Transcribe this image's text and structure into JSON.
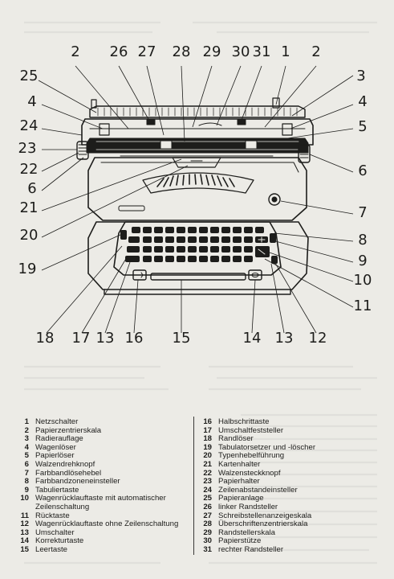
{
  "diagram": {
    "callouts": [
      {
        "n": "2"
      },
      {
        "n": "26"
      },
      {
        "n": "27"
      },
      {
        "n": "28"
      },
      {
        "n": "29"
      },
      {
        "n": "30"
      },
      {
        "n": "31"
      },
      {
        "n": "1"
      },
      {
        "n": "2"
      },
      {
        "n": "25"
      },
      {
        "n": "3"
      },
      {
        "n": "4"
      },
      {
        "n": "4"
      },
      {
        "n": "24"
      },
      {
        "n": "5"
      },
      {
        "n": "23"
      },
      {
        "n": "22"
      },
      {
        "n": "6"
      },
      {
        "n": "6"
      },
      {
        "n": "21"
      },
      {
        "n": "7"
      },
      {
        "n": "20"
      },
      {
        "n": "8"
      },
      {
        "n": "19"
      },
      {
        "n": "9"
      },
      {
        "n": "10"
      },
      {
        "n": "11"
      },
      {
        "n": "18"
      },
      {
        "n": "17"
      },
      {
        "n": "13"
      },
      {
        "n": "16"
      },
      {
        "n": "15"
      },
      {
        "n": "14"
      },
      {
        "n": "13"
      },
      {
        "n": "12"
      }
    ]
  },
  "legend": {
    "left": [
      {
        "num": "1",
        "text": "Netzschalter"
      },
      {
        "num": "2",
        "text": "Papierzentrierskala"
      },
      {
        "num": "3",
        "text": "Radierauflage"
      },
      {
        "num": "4",
        "text": "Wagenlöser"
      },
      {
        "num": "5",
        "text": "Papierlöser"
      },
      {
        "num": "6",
        "text": "Walzendrehknopf"
      },
      {
        "num": "7",
        "text": "Farbbandlösehebel"
      },
      {
        "num": "8",
        "text": "Farbbandzoneneinsteller"
      },
      {
        "num": "9",
        "text": "Tabuliertaste"
      },
      {
        "num": "10",
        "text": "Wagenrücklauftaste mit automatischer",
        "cont": "Zeilenschaltung"
      },
      {
        "num": "11",
        "text": "Rücktaste"
      },
      {
        "num": "12",
        "text": "Wagenrücklauftaste ohne Zeilenschaltung"
      },
      {
        "num": "13",
        "text": "Umschalter"
      },
      {
        "num": "14",
        "text": "Korrekturtaste"
      },
      {
        "num": "15",
        "text": "Leertaste"
      }
    ],
    "right": [
      {
        "num": "16",
        "text": "Halbschrittaste"
      },
      {
        "num": "17",
        "text": "Umschaltfeststeller"
      },
      {
        "num": "18",
        "text": "Randlöser"
      },
      {
        "num": "19",
        "text": "Tabulatorsetzer und -löscher"
      },
      {
        "num": "20",
        "text": "Typenhebelführung"
      },
      {
        "num": "21",
        "text": "Kartenhalter"
      },
      {
        "num": "22",
        "text": "Walzensteckknopf"
      },
      {
        "num": "23",
        "text": "Papierhalter"
      },
      {
        "num": "24",
        "text": "Zeilenabstandeinsteller"
      },
      {
        "num": "25",
        "text": "Papieranlage"
      },
      {
        "num": "26",
        "text": "linker Randsteller"
      },
      {
        "num": "27",
        "text": "Schreibstellenanzeigeskala"
      },
      {
        "num": "28",
        "text": "Überschriftenzentrierskala"
      },
      {
        "num": "29",
        "text": "Randstellerskala"
      },
      {
        "num": "30",
        "text": "Papierstütze"
      },
      {
        "num": "31",
        "text": "rechter Randsteller"
      }
    ]
  }
}
